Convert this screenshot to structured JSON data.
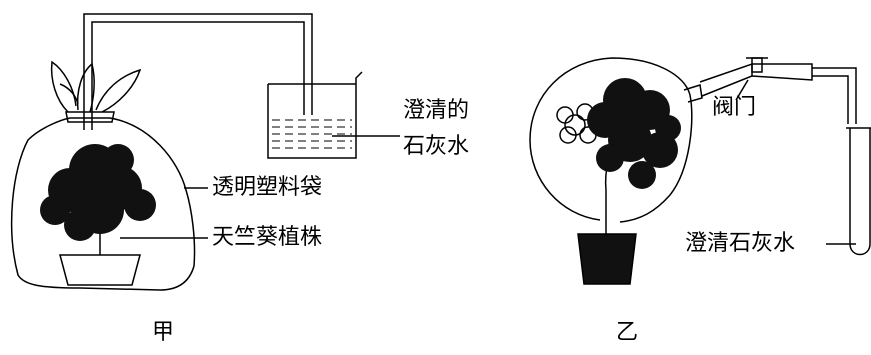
{
  "figure_jia": {
    "caption": "甲",
    "labels": {
      "limewater": [
        "澄清的",
        "石灰水"
      ],
      "bag": "透明塑料袋",
      "plant": "天竺葵植株"
    }
  },
  "figure_yi": {
    "caption": "乙",
    "labels": {
      "valve": "阀门",
      "limewater": "澄清石灰水"
    }
  }
}
